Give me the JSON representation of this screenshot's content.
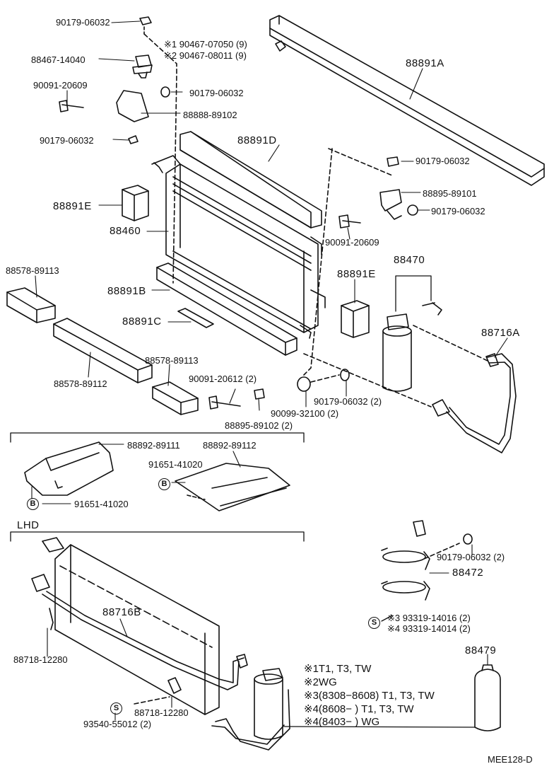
{
  "diagram_code": "MEE128-D",
  "section_label": "LHD",
  "parts": {
    "p1": "90179-06032",
    "p2": "※1 90467-07050 (9)",
    "p3": "※2 90467-08011 (9)",
    "p4": "88467-14040",
    "p5": "90091-20609",
    "p6": "90179-06032",
    "p7": "88888-89102",
    "p8": "90179-06032",
    "p9": "88891A",
    "p10": "88891D",
    "p11": "90179-06032",
    "p12": "88895-89101",
    "p13": "90179-06032",
    "p14": "88891E",
    "p15": "88460",
    "p16": "90091-20609",
    "p17": "88578-89113",
    "p18": "88891B",
    "p19": "88891E",
    "p20": "88470",
    "p21": "88891C",
    "p22": "88716A",
    "p23": "88578-89113",
    "p24": "88578-89112",
    "p25": "90091-20612 (2)",
    "p26": "90179-06032 (2)",
    "p27": "90099-32100 (2)",
    "p28": "88895-89102 (2)",
    "p29": "88892-89111",
    "p30": "88892-89112",
    "p31": "91651-41020",
    "p32": "91651-41020",
    "p33": "90179-06032 (2)",
    "p34": "88472",
    "p35": "※3 93319-14016 (2)",
    "p36": "※4 93319-14014 (2)",
    "p37": "88716B",
    "p38": "88718-12280",
    "p39": "88718-12280",
    "p40": "93540-55012 (2)",
    "p41": "88479"
  },
  "symbols": {
    "b": "B",
    "s": "S"
  },
  "notes": [
    "※1T1, T3, TW",
    "※2WG",
    "※3(8308−8608) T1, T3, TW",
    "※4(8608−        ) T1, T3, TW",
    "※4(8403−        ) WG"
  ]
}
